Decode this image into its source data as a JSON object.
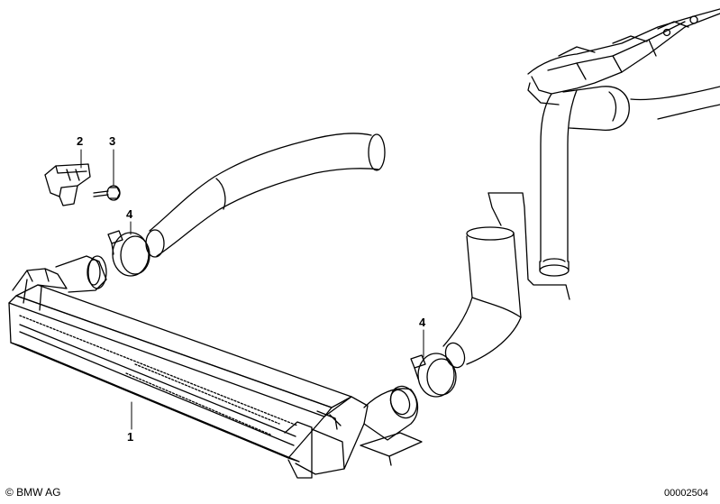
{
  "callouts": {
    "intercooler": "1",
    "bracket": "2",
    "screw": "3",
    "clamp_upper": "4",
    "clamp_lower": "4"
  },
  "footer": {
    "copyright": "© BMW AG",
    "diagram_number": "00002504"
  }
}
